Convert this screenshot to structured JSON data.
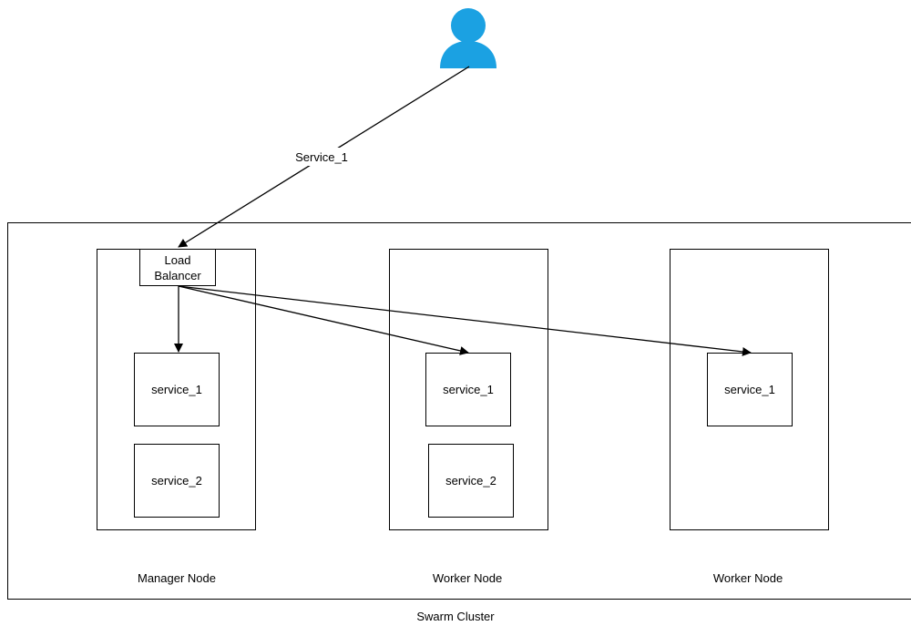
{
  "user": {
    "icon": "user-icon",
    "color": "#1BA1E2"
  },
  "edge_label": "Service_1",
  "load_balancer": {
    "line1": "Load",
    "line2": "Balancer"
  },
  "nodes": [
    {
      "label": "Manager Node",
      "services": [
        "service_1",
        "service_2"
      ]
    },
    {
      "label": "Worker Node",
      "services": [
        "service_1",
        "service_2"
      ]
    },
    {
      "label": "Worker Node",
      "services": [
        "service_1"
      ]
    }
  ],
  "cluster_label": "Swarm Cluster"
}
